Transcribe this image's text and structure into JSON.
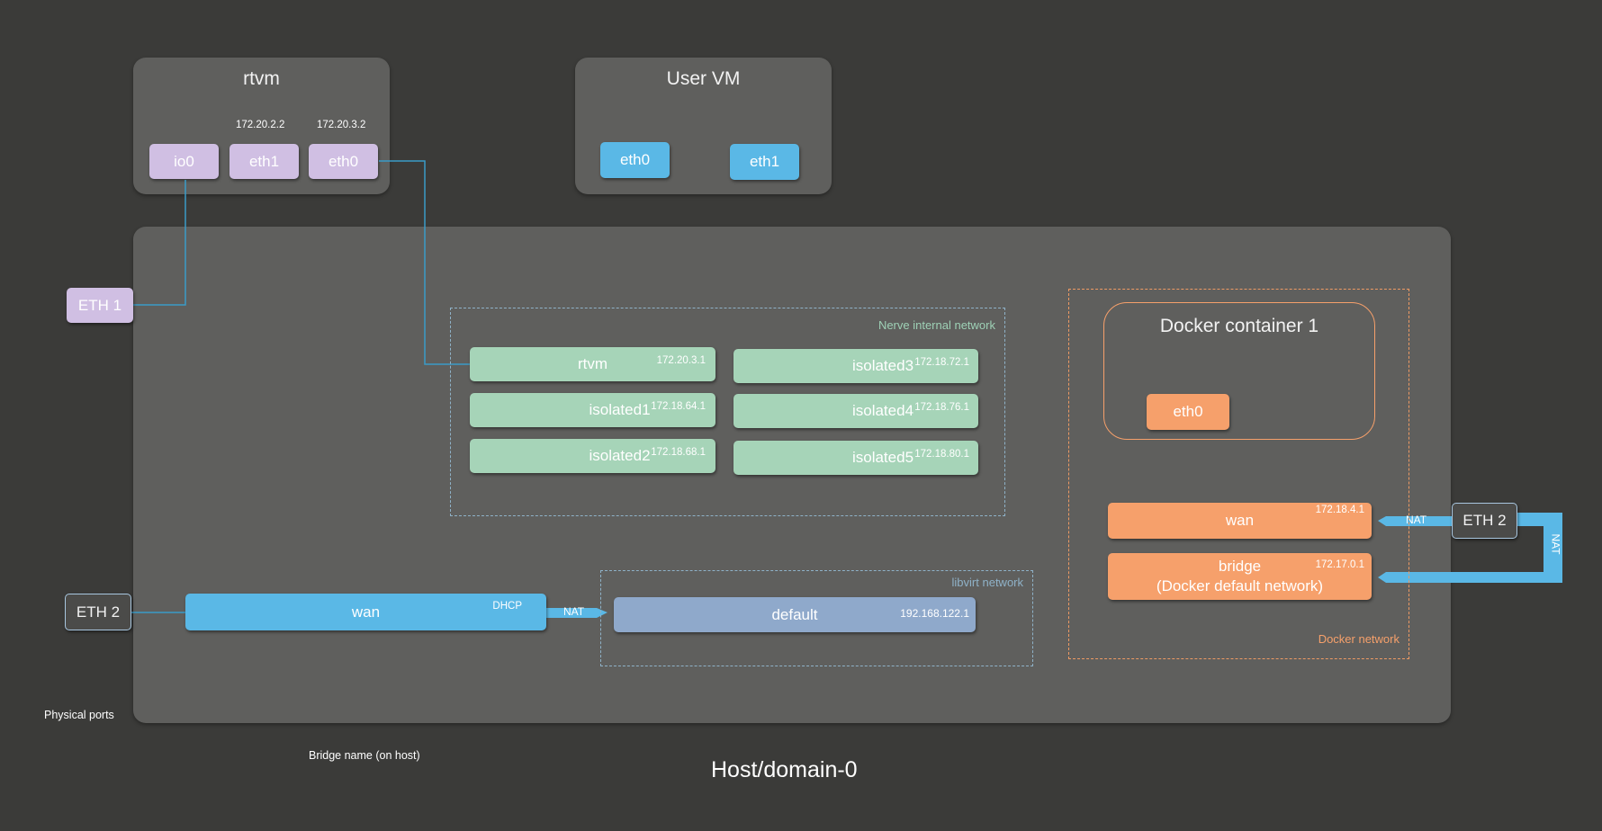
{
  "rtvm": {
    "title": "rtvm",
    "ip_eth1": "172.20.2.2",
    "ip_eth0": "172.20.3.2",
    "ifaces": [
      "io0",
      "eth1",
      "eth0"
    ]
  },
  "user_vm": {
    "title": "User VM",
    "ifaces": [
      "eth0",
      "eth1"
    ]
  },
  "physical_ports": {
    "eth1": "ETH 1",
    "eth2_left": "ETH 2",
    "eth2_right": "ETH 2",
    "caption": "Physical ports"
  },
  "bridge_caption": "Bridge name (on host)",
  "host_label": "Host/domain-0",
  "nerve_network": {
    "label": "Nerve internal network",
    "bridges": [
      {
        "name": "rtvm",
        "ip": "172.20.3.1"
      },
      {
        "name": "isolated1",
        "ip": "172.18.64.1"
      },
      {
        "name": "isolated2",
        "ip": "172.18.68.1"
      },
      {
        "name": "isolated3",
        "ip": "172.18.72.1"
      },
      {
        "name": "isolated4",
        "ip": "172.18.76.1"
      },
      {
        "name": "isolated5",
        "ip": "172.18.80.1"
      }
    ]
  },
  "libvirt_network": {
    "label": "libvirt network",
    "wan": {
      "name": "wan",
      "dhcp": "DHCP"
    },
    "nat": "NAT",
    "default": {
      "name": "default",
      "ip": "192.168.122.1"
    }
  },
  "docker_network": {
    "label": "Docker network",
    "container_title": "Docker container 1",
    "container_iface": "eth0",
    "wan": {
      "name": "wan",
      "ip": "172.18.4.1"
    },
    "bridge": {
      "name": "bridge",
      "sub": "(Docker default network)",
      "ip": "172.17.0.1"
    },
    "nat_wan": "NAT",
    "nat_bridge": "NAT"
  },
  "colors": {
    "background": "#3b3b39",
    "panel": "#5f5f5d",
    "rtvm_iface": "#d0bfe3",
    "user_vm_iface": "#5ab8e6",
    "nerve_bridge": "#a6d4b8",
    "docker": "#f6a06b",
    "libvirt_default": "#8fa9cb",
    "link_line": "#3a9bc8"
  }
}
